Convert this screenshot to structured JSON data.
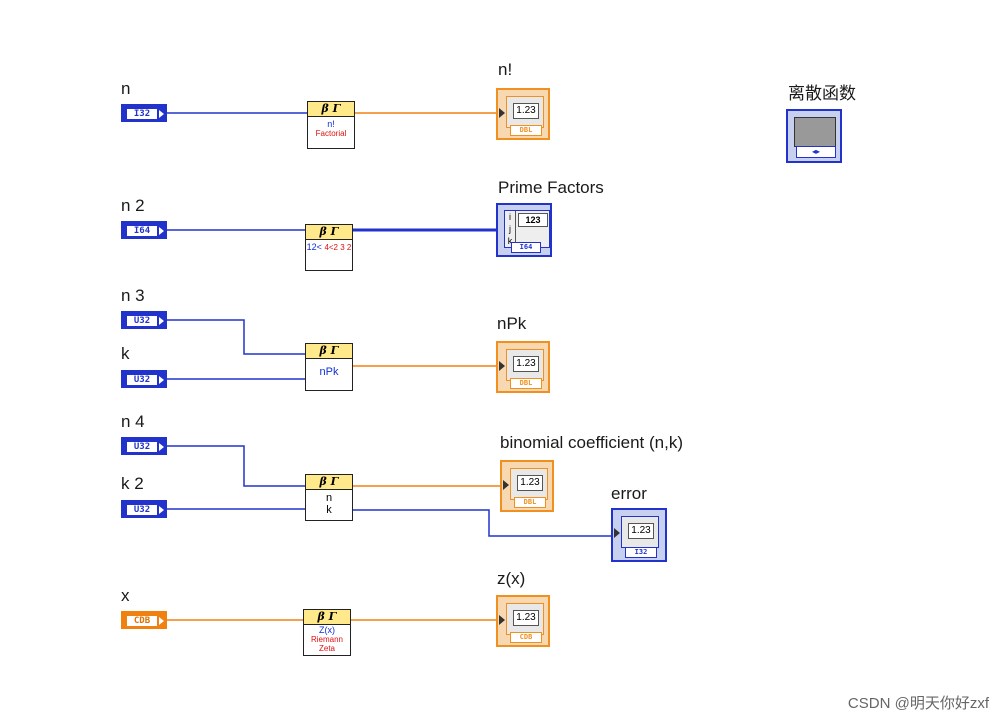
{
  "controls": {
    "n": {
      "label": "n",
      "type": "I32"
    },
    "n2": {
      "label": "n 2",
      "type": "I64"
    },
    "n3": {
      "label": "n 3",
      "type": "U32"
    },
    "k": {
      "label": "k",
      "type": "U32"
    },
    "n4": {
      "label": "n 4",
      "type": "U32"
    },
    "k2": {
      "label": "k 2",
      "type": "U32"
    },
    "x": {
      "label": "x",
      "type": "CDB"
    }
  },
  "functions": {
    "factorial": {
      "header": "β Γ",
      "line1": "n!",
      "line2": "Factorial"
    },
    "prime_factors": {
      "header": "β Γ",
      "line1": "12<",
      "line2": "4<2 3 2"
    },
    "npk": {
      "header": "β Γ",
      "line1": "nPk"
    },
    "binomial": {
      "header": "β Γ",
      "line1": "n",
      "line2": "k"
    },
    "zeta": {
      "header": "β Γ",
      "line1": "Z(x)",
      "line2": "Riemann",
      "line3": "Zeta"
    }
  },
  "indicators": {
    "nfact": {
      "label": "n!",
      "value": "1.23",
      "type": "DBL"
    },
    "prime": {
      "label": "Prime Factors",
      "index": [
        "i",
        "j",
        "k"
      ],
      "value": "123",
      "type": "I64"
    },
    "npk": {
      "label": "nPk",
      "value": "1.23",
      "type": "DBL"
    },
    "binomial": {
      "label": "binomial coefficient (n,k)",
      "value": "1.23",
      "type": "DBL"
    },
    "error": {
      "label": "error",
      "value": "1.23",
      "type": "I32"
    },
    "zx": {
      "label": "z(x)",
      "value": "1.23",
      "type": "CDB"
    }
  },
  "subvi": {
    "label": "离散函数",
    "bar": "◂▸"
  },
  "watermark": "CSDN @明天你好zxf",
  "colors": {
    "int_wire": "#2233cc",
    "float_wire": "#f08010",
    "header": "#ffe98a"
  }
}
